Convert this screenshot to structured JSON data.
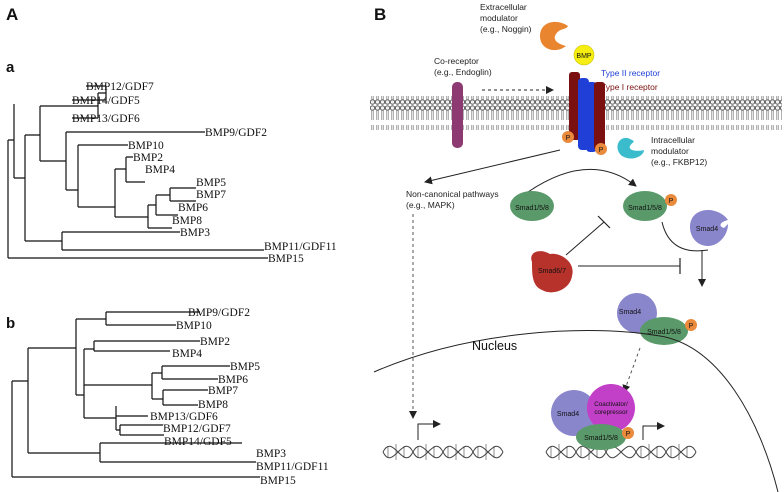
{
  "panel_a": {
    "label": "A",
    "tree_a": {
      "label": "a",
      "leaves": [
        "BMP12/GDF7",
        "BMP14/GDF5",
        "BMP13/GDF6",
        "BMP9/GDF2",
        "BMP10",
        "BMP2",
        "BMP4",
        "BMP5",
        "BMP7",
        "BMP6",
        "BMP8",
        "BMP3",
        "BMP11/GDF11",
        "BMP15"
      ]
    },
    "tree_b": {
      "label": "b",
      "leaves": [
        "BMP9/GDF2",
        "BMP10",
        "BMP2",
        "BMP4",
        "BMP5",
        "BMP6",
        "BMP7",
        "BMP8",
        "BMP13/GDF6",
        "BMP12/GDF7",
        "BMP14/GDF5",
        "BMP3",
        "BMP11/GDF11",
        "BMP15"
      ]
    }
  },
  "panel_b": {
    "label": "B",
    "extracellular_modulator": [
      "Extracellular",
      "modulator",
      "(e.g., Noggin)"
    ],
    "coreceptor": [
      "Co-receptor",
      "(e.g., Endoglin)"
    ],
    "bmp": "BMP",
    "type2": "Type II receptor",
    "type1": "Type I receptor",
    "intracellular_modulator": [
      "Intracellular",
      "modulator",
      "(e.g., FKBP12)"
    ],
    "noncanonical": [
      "Non-canonical pathways",
      "(e.g., MAPK)"
    ],
    "smad158": "Smad1/5/8",
    "smad4": "Smad4",
    "smad67": "Smad6/7",
    "phospho": "P",
    "coactivator": [
      "Coactivator/",
      "corepressor"
    ],
    "nucleus": "Nucleus",
    "colors": {
      "type2": "#1f3fd6",
      "type1": "#7a1010",
      "coreceptor": "#8e3a72",
      "bmp": "#f5ee10",
      "noggin": "#e9852f",
      "fkbp12": "#3bbccd",
      "smad158": "#5a9a6a",
      "smad4": "#8a86cc",
      "smad67": "#b8322c",
      "phospho": "#e98a3c",
      "coactivator": "#c23fc8"
    }
  }
}
